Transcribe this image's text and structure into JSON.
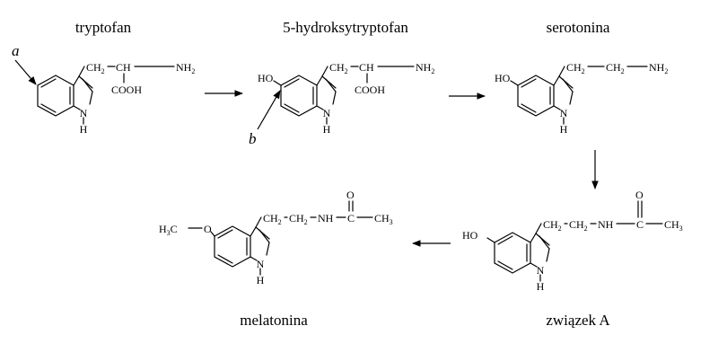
{
  "titles": {
    "tryptophan": "tryptofan",
    "hydroxytryptophan": "5-hydroksytryptofan",
    "serotonin": "serotonina",
    "compound_a": "związek A",
    "melatonin": "melatonina"
  },
  "markers": {
    "a": "a",
    "b": "b"
  },
  "atoms": {
    "ch2": "CH",
    "ch": "CH",
    "nh2": "NH",
    "cooh": "COOH",
    "n": "N",
    "h": "H",
    "ho": "HO",
    "nh": "NH",
    "c": "C",
    "o": "O",
    "ch3": "CH",
    "h3c": "H",
    "o_methoxy": "O"
  },
  "subscripts": {
    "two": "2",
    "three": "3"
  }
}
